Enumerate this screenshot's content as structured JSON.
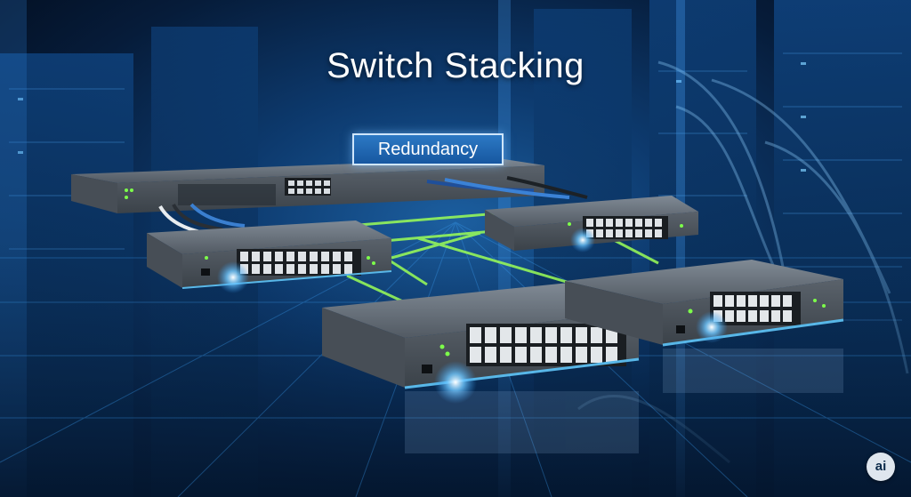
{
  "title": "Switch Stacking",
  "tag": "Redundancy",
  "badge": "ai",
  "colors": {
    "accent": "#9cff57",
    "glow": "#5fc0ff",
    "switch_body": "#5d6670",
    "trim": "#58b7e8"
  },
  "icons": [
    "rack-switch-icon",
    "network-switch-icon",
    "ethernet-port-icon",
    "stack-cable-icon"
  ]
}
